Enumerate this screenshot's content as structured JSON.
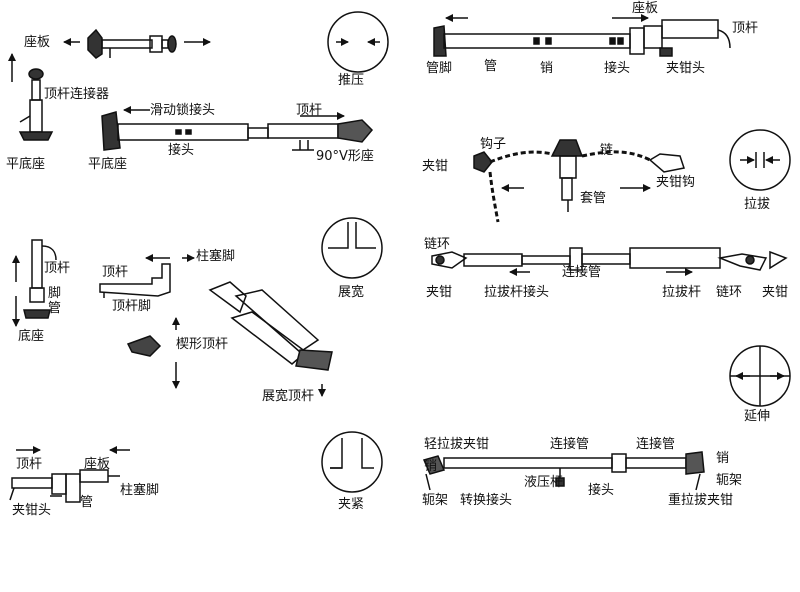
{
  "labels": {
    "zuoban": "座板",
    "dinggan_lianjieqi": "顶杆连接器",
    "pingdizuo_1": "平底座",
    "pingdizuo_2": "平底座",
    "huadong_suojietou": "滑动锁接头",
    "dinggan_1": "顶杆",
    "jietou_1": "接头",
    "v_xingzuo": "90°V形座",
    "tuiya": "推压",
    "dinggan_2": "顶杆",
    "jiaoguan": "脚管",
    "dizuo": "底座",
    "dinggan_3": "顶杆",
    "dingganjiao": "顶杆脚",
    "zhusaijiao_1": "柱塞脚",
    "xiexing_dinggan": "楔形顶杆",
    "zhankuan_dinggan": "展宽顶杆",
    "zhankuan": "展宽",
    "dinggan_4": "顶杆",
    "zuoban_2": "座板",
    "jiaqiantou_1": "夹钳头",
    "guan_1": "管",
    "zhusaijiao_2": "柱塞脚",
    "jiajin": "夹紧",
    "zuoban_3": "座板",
    "dinggan_5": "顶杆",
    "guanjiao": "管脚",
    "guan_2": "管",
    "xiao_1": "销",
    "jietou_2": "接头",
    "jiaqiantou_2": "夹钳头",
    "gouzi": "钩子",
    "lian": "链",
    "jiaqian_1": "夹钳",
    "taoguan": "套管",
    "jiaqiangou": "夹钳钩",
    "laba": "拉拔",
    "lianhuan_1": "链环",
    "jiaqian_2": "夹钳",
    "lianjieguan_1": "连接管",
    "labagan_jietou": "拉拔杆接头",
    "labagan": "拉拔杆",
    "lianhuan_2": "链环",
    "jiaqian_3": "夹钳",
    "yanshen": "延伸",
    "qing_labajiaqian": "轻拉拔夹钳",
    "lianjieguan_2": "连接管",
    "lianjieguan_3": "连接管",
    "xiao_2": "销",
    "xiao_3": "销",
    "yejia_1": "轭架",
    "zhuanhuan_jietou": "转换接头",
    "yeyagan": "液压杆",
    "jietou_3": "接头",
    "zhong_labajiaqian": "重拉拔夹钳",
    "yejia_2": "轭架"
  }
}
